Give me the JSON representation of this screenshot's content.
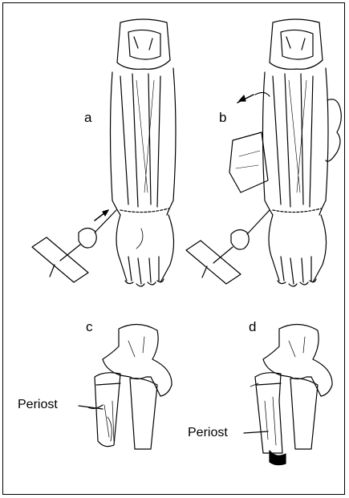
{
  "panels": {
    "a": {
      "label": "a"
    },
    "b": {
      "label": "b"
    },
    "c": {
      "label": "c",
      "annotation": "Periost"
    },
    "d": {
      "label": "d",
      "annotation": "Periost"
    }
  },
  "colors": {
    "line": "#000000",
    "background": "#ffffff"
  }
}
